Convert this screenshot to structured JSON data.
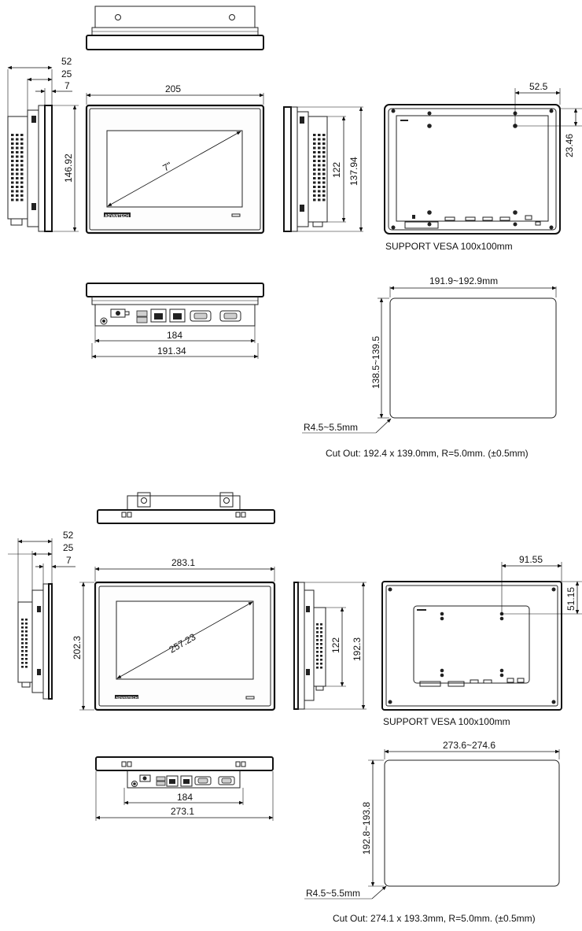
{
  "section1": {
    "model_label": "7\"",
    "brand": "ADVANTECH",
    "dims": {
      "depth_total": "52",
      "depth_mid": "25",
      "depth_small": "7",
      "height_side": "146.92",
      "width_front": "205",
      "height_right_inner": "122",
      "height_right_outer": "137.94",
      "back_vesa_x": "52.5",
      "back_vesa_y": "23.46",
      "bottom_inner": "184",
      "bottom_outer": "191.34",
      "cutout_w": "191.9~192.9mm",
      "cutout_h": "138.5~139.5",
      "corner_radius": "R4.5~5.5mm"
    },
    "vesa_label": "SUPPORT VESA 100x100mm",
    "cutout_note": "Cut Out: 192.4 x 139.0mm, R=5.0mm. (±0.5mm)"
  },
  "section2": {
    "brand": "ADVANTECH",
    "dims": {
      "depth_total": "52",
      "depth_mid": "25",
      "depth_small": "7",
      "height_side": "202.3",
      "width_front": "283.1",
      "diagonal": "257.23",
      "height_right_inner": "122",
      "height_right_outer": "192.3",
      "back_vesa_x": "91.55",
      "back_vesa_y": "51.15",
      "bottom_inner": "184",
      "bottom_outer": "273.1",
      "cutout_w": "273.6~274.6",
      "cutout_h": "192.8~193.8",
      "corner_radius": "R4.5~5.5mm"
    },
    "vesa_label": "SUPPORT VESA 100x100mm",
    "cutout_note": "Cut Out: 274.1 x 193.3mm, R=5.0mm. (±0.5mm)"
  }
}
